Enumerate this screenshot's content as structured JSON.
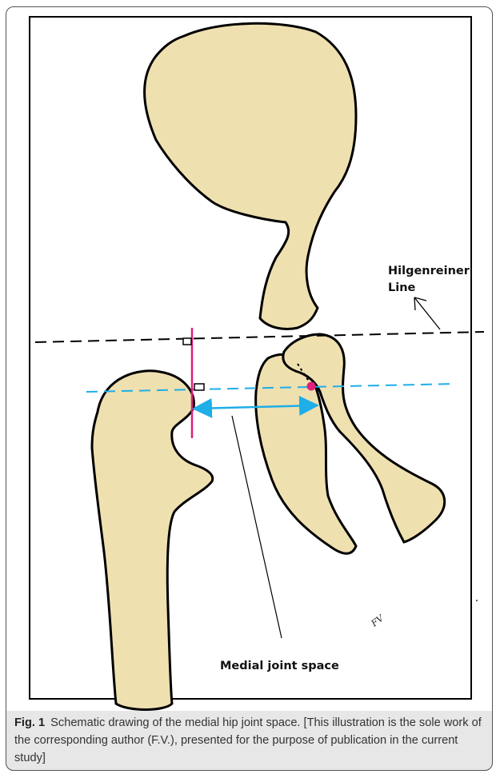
{
  "labels": {
    "hilgenreiner_line": "Hilgenreiner\nLine",
    "medial_joint_space": "Medial joint space"
  },
  "signature_text": "FV",
  "caption": {
    "fig_label": "Fig. 1",
    "text": "Schematic drawing of the medial hip joint space. [This illustration is the sole work of the corresponding author (F.V.), presented for the purpose of publication in the current study]"
  },
  "colors": {
    "bone_fill": "#efe0b0",
    "outline": "#000000",
    "hilgenreiner_line": "#000000",
    "acetabular_line": "#1eaee8",
    "perpendicular_line": "#e0207a",
    "center_dot": "#e0207a",
    "joint_space_arrow": "#1eaee8",
    "caption_background": "#e7e7e7"
  }
}
